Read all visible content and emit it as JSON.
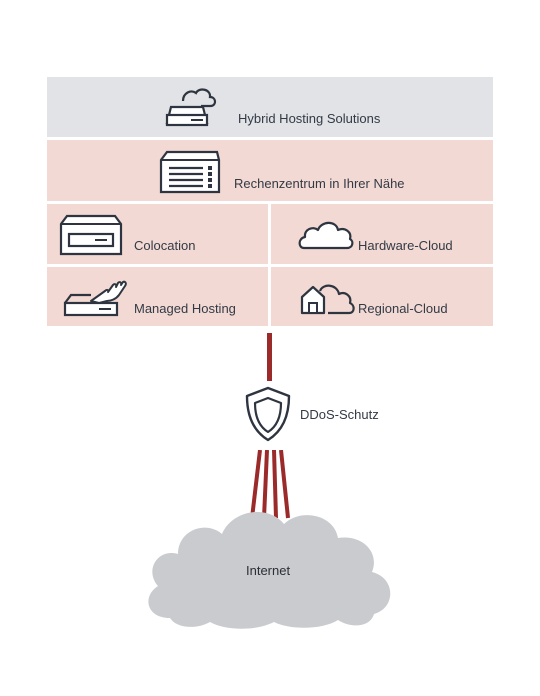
{
  "stack": {
    "top": {
      "label": "Hybrid Hosting Solutions",
      "icon": "server-cloud-icon",
      "color": "#e1e3e6"
    },
    "datacenter": {
      "label": "Rechenzentrum in Ihrer Nähe",
      "icon": "server-rack-icon",
      "color": "#f2d9d3"
    },
    "cells": [
      {
        "label": "Colocation",
        "icon": "server-box-icon"
      },
      {
        "label": "Hardware-Cloud",
        "icon": "cloud-icon"
      },
      {
        "label": "Managed Hosting",
        "icon": "server-hand-icon"
      },
      {
        "label": "Regional-Cloud",
        "icon": "house-cloud-icon"
      }
    ]
  },
  "shield": {
    "label": "DDoS-Schutz",
    "icon": "shield-icon"
  },
  "internet": {
    "label": "Internet",
    "icon": "cloud-icon",
    "color": "#c9cbcf"
  },
  "colors": {
    "connector": "#9b2b2b",
    "icon_stroke": "#2f3540"
  }
}
